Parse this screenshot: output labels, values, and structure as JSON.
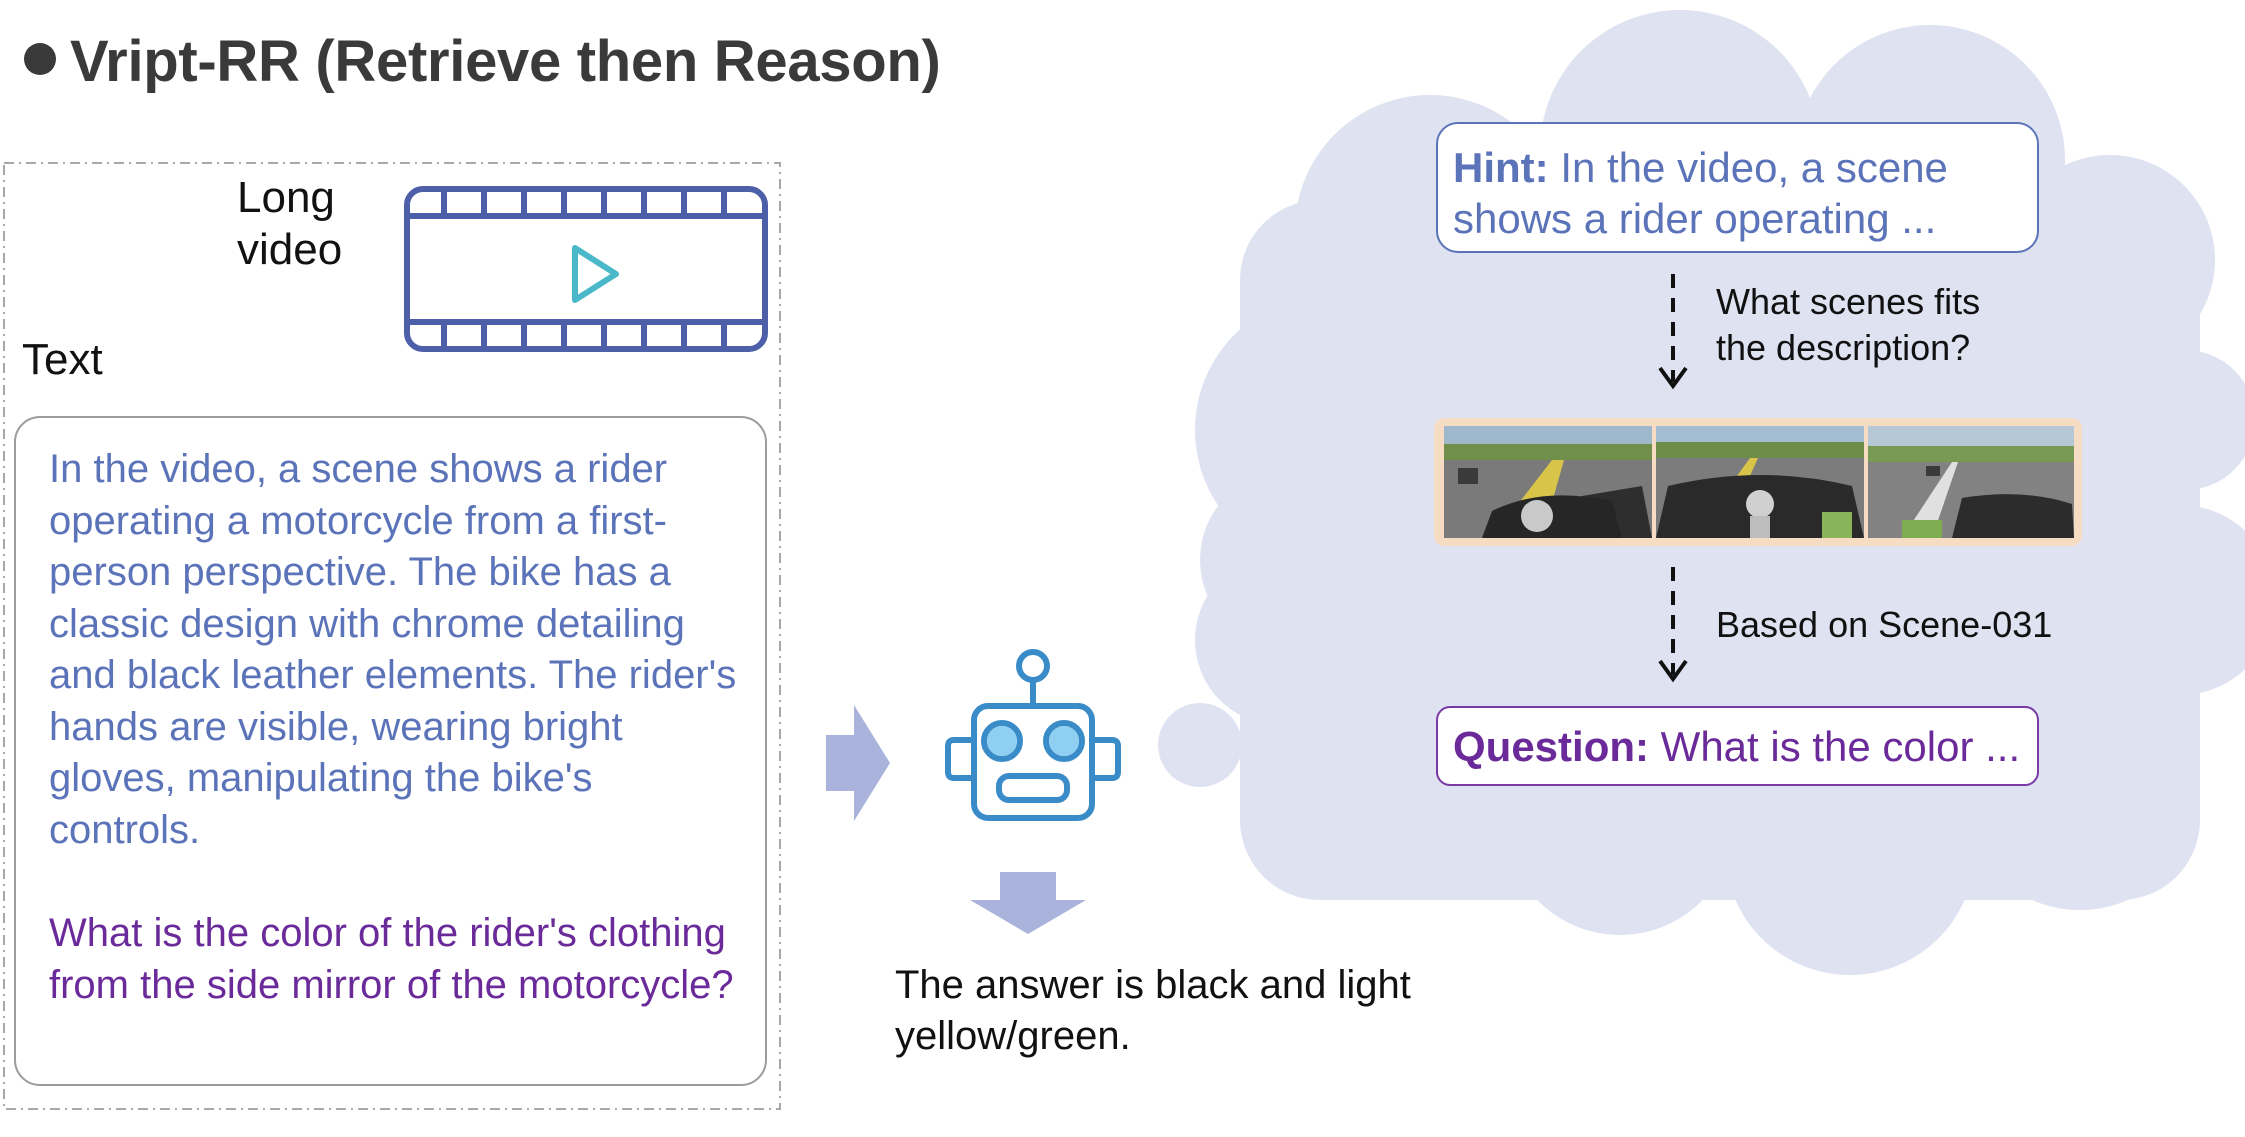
{
  "title": "Vript-RR (Retrieve then Reason)",
  "left_panel": {
    "long_video_label": "Long\nvideo",
    "text_label": "Text",
    "description": "In the video, a scene shows a rider operating a motorcycle from a first-person perspective. The bike has a classic design with chrome detailing and black leather elements. The rider's hands are visible, wearing bright gloves, manipulating the bike's controls.",
    "question": "What is the color of the rider's clothing from the side mirror of the motorcycle?"
  },
  "answer": "The answer is black and light yellow/green.",
  "reasoning": {
    "hint_label": "Hint:",
    "hint_text": "In the video, a scene shows a rider operating ...",
    "step1_label": "What scenes fits\nthe description?",
    "step2_label": "Based on Scene-031",
    "question_label": "Question:",
    "question_text": "What is the color ..."
  },
  "colors": {
    "title": "#3a3a3a",
    "description_text": "#5b73b8",
    "question_text": "#6a2a9a",
    "cloud_fill": "#dfe2f1",
    "arrow_fill": "#a9b3dc",
    "robot": "#3a8cc8",
    "film": "#4d5fa8",
    "play": "#4ab8c8",
    "thumbnail_frame": "#f7dcc4"
  },
  "icons": [
    "film-strip-icon",
    "play-icon",
    "robot-icon",
    "arrow-right-icon",
    "arrow-down-icon"
  ]
}
